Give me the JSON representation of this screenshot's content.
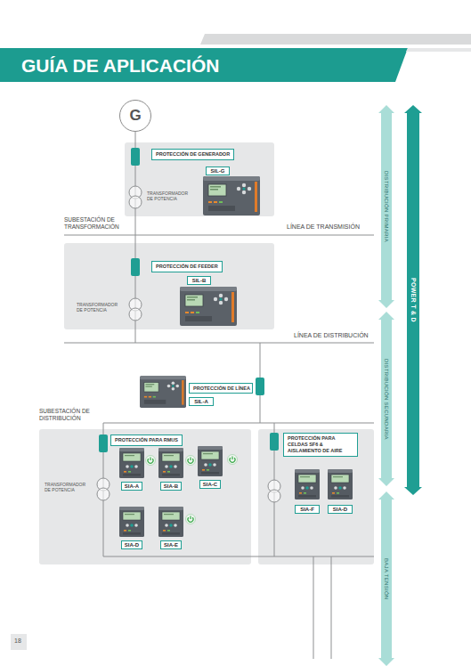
{
  "diagram": {
    "title": "GUÍA DE APLICACIÓN",
    "nodes": [
      {
        "text": [
          "G"
        ]
      },
      {
        "text": [
          "PROTECCIÓN DE GENERADOR"
        ]
      },
      {
        "text": [
          "SIL-G"
        ],
        "in": 1
      },
      {
        "text": [
          "PROTECCIÓN DE FEEDER"
        ]
      },
      {
        "text": [
          "SIL-B"
        ],
        "in": 3
      },
      {
        "text": [
          "PROTECCIÓN DE LÍNEA"
        ]
      },
      {
        "text": [
          "SIL-A"
        ]
      },
      {
        "text": [
          "PROTECCIÓN PARA RMUS"
        ]
      },
      {
        "text": [
          "SIA-A"
        ],
        "in": 7
      },
      {
        "text": [
          "SIA-B"
        ],
        "in": 7
      },
      {
        "text": [
          "SIA-C"
        ],
        "in": 7
      },
      {
        "text": [
          "SIA-D"
        ],
        "in": 7
      },
      {
        "text": [
          "SIA-E"
        ],
        "in": 7
      },
      {
        "text": [
          "PROTECCIÓN PARA CELDAS SF6 & AISLAMIENTO DE AIRE"
        ]
      },
      {
        "text": [
          "SIA-F"
        ],
        "in": 13
      },
      {
        "text": [
          "SIA-D"
        ],
        "in": 13
      },
      {
        "text": [
          "DISTRIBUCIÓN PRIMARIA"
        ]
      },
      {
        "text": [
          "DISTRIBUCIÓN SECUNDARIA"
        ]
      },
      {
        "text": [
          "BAJA TENSIÓN"
        ]
      },
      {
        "text": [
          "POWER T & D"
        ]
      }
    ],
    "labels": [
      "TRANSFORMADOR DE POTENCIA",
      "SUBESTACIÓN DE TRANSFORMACIÓN",
      "LÍNEA DE TRANSMISIÓN",
      "TRANSFORMADOR DE POTENCIA",
      "LÍNEA DE DISTRIBUCIÓN",
      "SUBESTACIÓN DE DISTRIBUCIÓN",
      "TRANSFORMADOR DE POTENCIA",
      "18"
    ]
  }
}
